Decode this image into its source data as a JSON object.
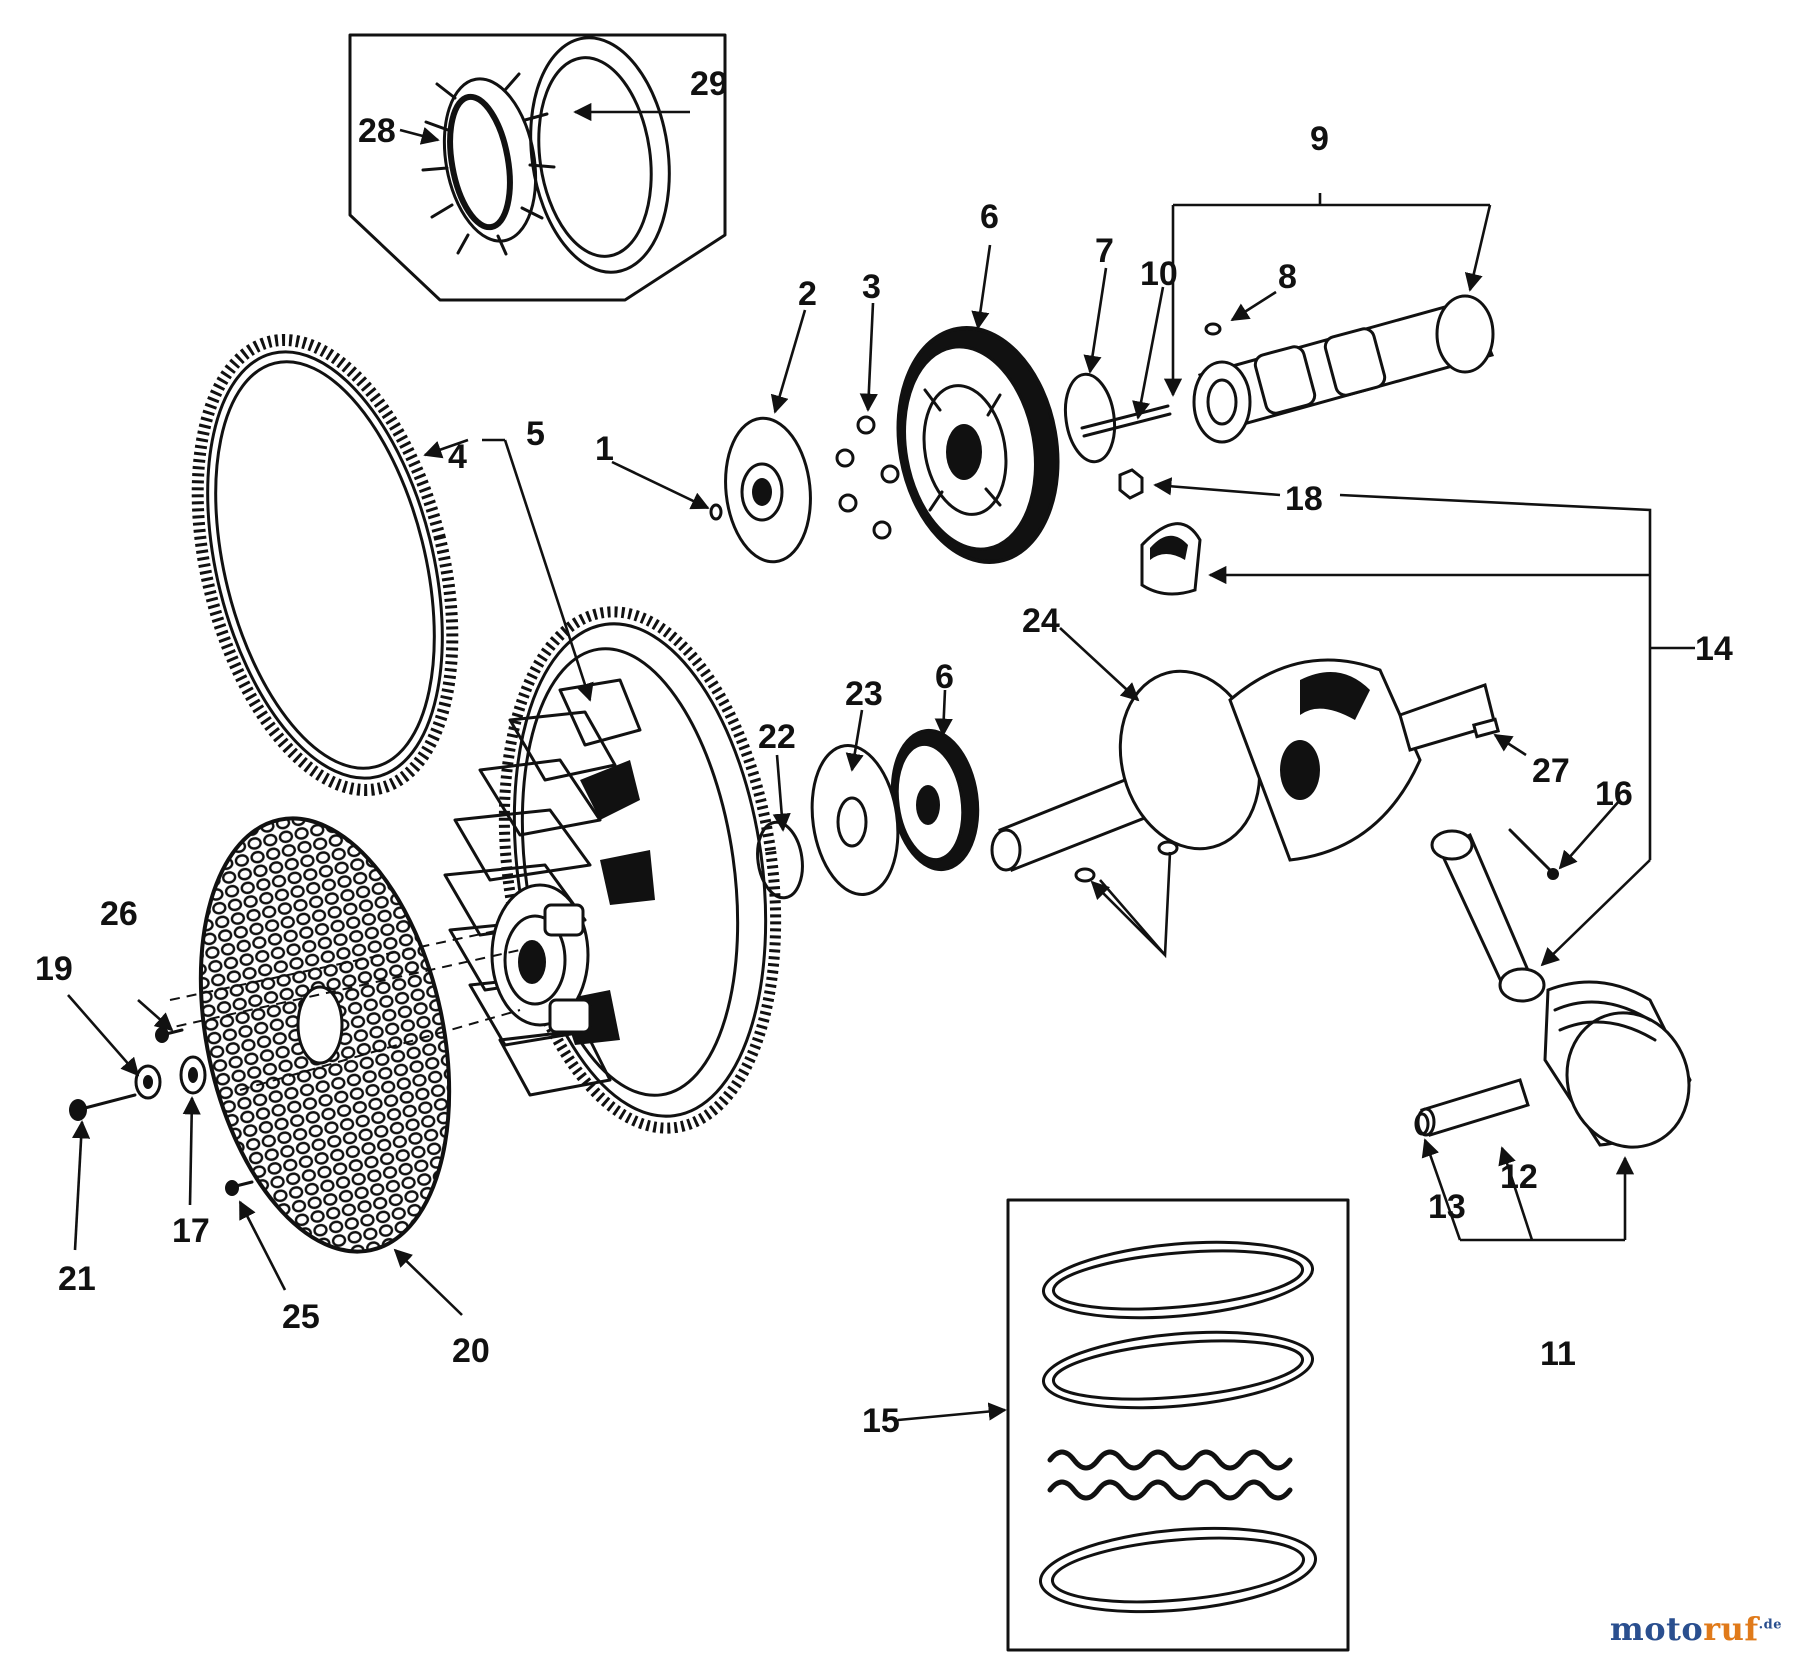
{
  "diagram": {
    "callouts": [
      "1",
      "2",
      "3",
      "4",
      "5",
      "6",
      "6",
      "7",
      "8",
      "9",
      "10",
      "11",
      "12",
      "13",
      "14",
      "15",
      "16",
      "17",
      "18",
      "19",
      "20",
      "21",
      "22",
      "23",
      "24",
      "25",
      "26",
      "27",
      "28",
      "29"
    ]
  },
  "watermark": {
    "part1": "moto",
    "part2": "ruf",
    "suffix": ".de"
  },
  "colors": {
    "ink": "#111111",
    "watermark_blue": "#2a4f8f",
    "watermark_orange": "#e07a1a"
  }
}
